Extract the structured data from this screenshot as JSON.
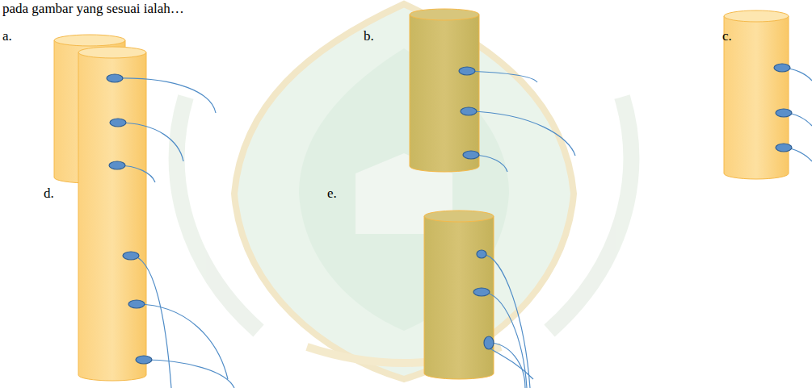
{
  "diagram": {
    "labels": [
      "pada gambar yang sesuai ialah…",
      "a.",
      "b.",
      "c.",
      "d.",
      "e."
    ]
  }
}
